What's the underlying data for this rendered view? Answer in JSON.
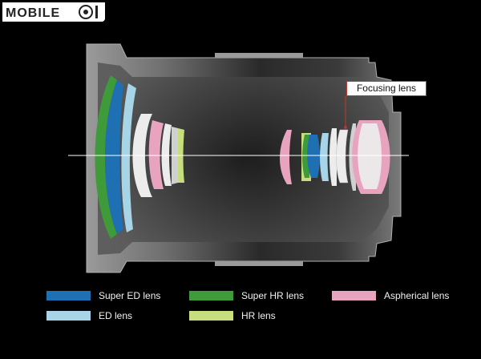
{
  "watermark": {
    "text": "MOBILE01"
  },
  "callout": {
    "label": "Focusing lens"
  },
  "legend": {
    "items": [
      {
        "key": "super-ed",
        "label": "Super ED lens",
        "color": "#1f6fb3"
      },
      {
        "key": "super-hr",
        "label": "Super HR lens",
        "color": "#3f9a3a"
      },
      {
        "key": "aspherical",
        "label": "Aspherical lens",
        "color": "#e8a4bf"
      },
      {
        "key": "ed",
        "label": "ED lens",
        "color": "#a7d4e6"
      },
      {
        "key": "hr",
        "label": "HR lens",
        "color": "#c7de7e"
      }
    ]
  },
  "colors": {
    "background": "#000000",
    "barrel": "#8a8a8a",
    "plain_glass": "#ececec",
    "optical_axis": "#ffffff"
  }
}
